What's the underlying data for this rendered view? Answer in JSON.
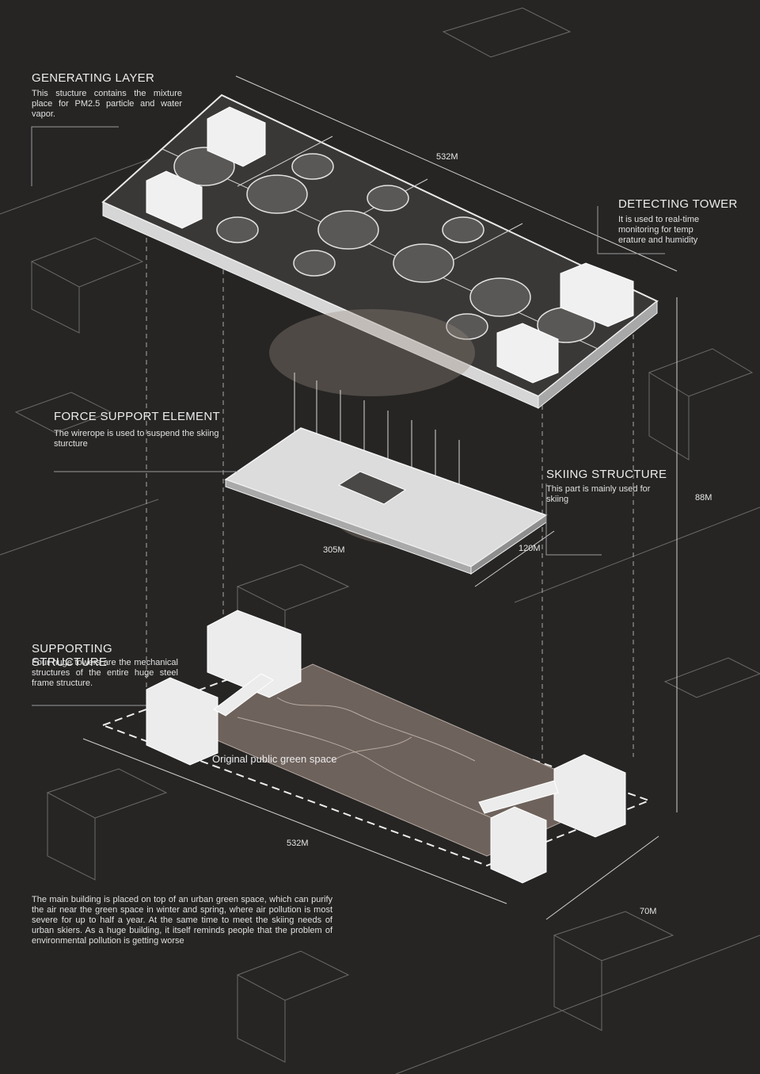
{
  "sections": {
    "generating": {
      "title": "GENERATING LAYER",
      "text": "This stucture contains the mixture place for PM2.5 particle and water vapor."
    },
    "detecting": {
      "title": "DETECTING TOWER",
      "text": "It is used to real-time monitoring for temp erature and humidity"
    },
    "force": {
      "title": "FORCE SUPPORT ELEMENT",
      "text": "The wirerope is used to suspend the skiing sturcture"
    },
    "skiing": {
      "title": "SKIING STRUCTURE",
      "text": "This part is mainly used for skiing"
    },
    "supporting": {
      "title": "SUPPORTING STRUCTURE",
      "text": "Four huge towers are the mechanical structures of the entire huge steel frame structure."
    }
  },
  "green_space_label": "Original public green space",
  "dimensions": {
    "top_length": "532M",
    "height": "88M",
    "ski_length": "305M",
    "ski_width": "120M",
    "base_length": "532M",
    "base_width": "70M"
  },
  "description": "The main building is placed on top of an urban green space, which can purify the air near the green space in winter and spring, where air pollution is most severe for up to half a year. At the same time to meet the skiing needs of urban skiers. As a huge building, it itself reminds people that the problem of environmental pollution is getting worse",
  "colors": {
    "background": "#262524",
    "lines": "#8a8a8a",
    "structure": "#e9e9e9",
    "green_space": "#6e625c",
    "text": "#ececec"
  }
}
